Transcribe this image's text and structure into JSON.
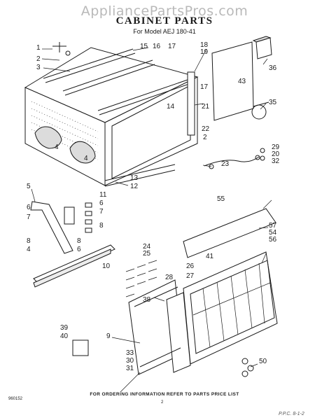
{
  "watermark": "AppliancePartsPros.com",
  "title": "CABINET PARTS",
  "subtitle": "For Model AEJ 180-41",
  "footer": "FOR ORDERING INFORMATION REFER TO PARTS PRICE LIST",
  "code": "960152",
  "page_number": "2",
  "handwritten": "P.P.C. 8-1-2",
  "callouts": {
    "c1": "1",
    "c2": "2",
    "c3": "3",
    "c15": "15",
    "c16": "16",
    "c17a": "17",
    "c18": "18",
    "c19": "19",
    "c36": "36",
    "c43": "43",
    "c17b": "17",
    "c14": "14",
    "c21": "21",
    "c22": "22",
    "c35": "35",
    "c4a": "4",
    "c4b": "4",
    "c2b": "2",
    "c29": "29",
    "c20": "20",
    "c32": "32",
    "c23": "23",
    "c13": "13",
    "c12": "12",
    "c5": "5",
    "c11": "11",
    "c6a": "6",
    "c7a": "7",
    "c6b": "6",
    "c7b": "7",
    "c8a": "8",
    "c8b": "8",
    "c4c": "4",
    "c6c": "6",
    "c55": "55",
    "c57": "57",
    "c54": "54",
    "c56": "56",
    "c10": "10",
    "c24": "24",
    "c25": "25",
    "c41": "41",
    "c26": "26",
    "c27": "27",
    "c28": "28",
    "c38": "38",
    "c9": "9",
    "c39": "39",
    "c40": "40",
    "c33": "33",
    "c30": "30",
    "c31": "31",
    "c50": "50",
    "c8c": "8"
  }
}
